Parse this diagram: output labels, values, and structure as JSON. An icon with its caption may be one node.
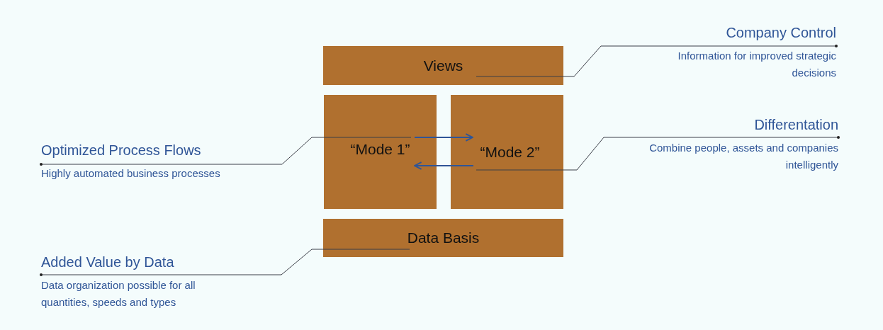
{
  "diagram": {
    "nodes": [
      {
        "text": [
          "Views"
        ]
      },
      {
        "text": [
          "“Mode 1”"
        ]
      },
      {
        "text": [
          "“Mode 2”"
        ]
      },
      {
        "text": [
          "Data Basis"
        ]
      },
      {
        "text": [
          "Company Control",
          "Information for improved strategic decisions"
        ]
      },
      {
        "text": [
          "Differentation",
          "Combine people, assets and companies intelligently"
        ]
      },
      {
        "text": [
          "Optimized Process Flows",
          "Highly automated business processes"
        ]
      },
      {
        "text": [
          "Added Value by Data",
          "Data organization possible for all quantities, speeds and types"
        ]
      }
    ],
    "edges": [
      {
        "from": 1,
        "to": 2,
        "arrow": "to",
        "color": "#2f5597"
      },
      {
        "from": 2,
        "to": 1,
        "arrow": "to",
        "color": "#2f5597"
      },
      {
        "from": 4,
        "to": 0,
        "arrow": "other"
      },
      {
        "from": 5,
        "to": 2,
        "arrow": "other"
      },
      {
        "from": 6,
        "to": 1,
        "arrow": "other"
      },
      {
        "from": 7,
        "to": 3,
        "arrow": "other"
      }
    ]
  }
}
